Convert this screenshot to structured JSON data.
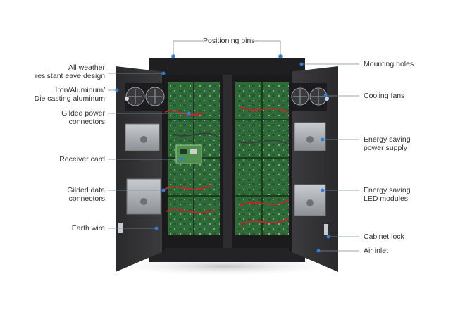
{
  "colors": {
    "callout_line": "#7a8aa0",
    "callout_dot": "#2e7fd6",
    "cabinet": "#2b2b2d",
    "door": "#363638",
    "pcb": "#2f6b3a",
    "led_pcb": "#3d7c48",
    "cable_red": "#c0262c",
    "psu": "#a9adb2"
  },
  "labels": {
    "positioning_pins": [
      "Positioning pins"
    ],
    "all_weather": [
      "All weather",
      "resistant eave design"
    ],
    "iron_aluminum": [
      "Iron/Aluminum/",
      "Die casting aluminum"
    ],
    "gilded_power": [
      "Gilded power",
      "connectors"
    ],
    "receiver_card": [
      "Receiver card"
    ],
    "gilded_data": [
      "Gilded data",
      "connectors"
    ],
    "earth_wire": [
      "Earth wire"
    ],
    "mounting_holes": [
      "Mounting holes"
    ],
    "cooling_fans": [
      "Cooling fans"
    ],
    "energy_power": [
      "Energy saving",
      "power supply"
    ],
    "energy_led": [
      "Energy saving",
      "LED modules"
    ],
    "cabinet_lock": [
      "Cabinet lock"
    ],
    "air_inlet": [
      "Air inlet"
    ]
  }
}
